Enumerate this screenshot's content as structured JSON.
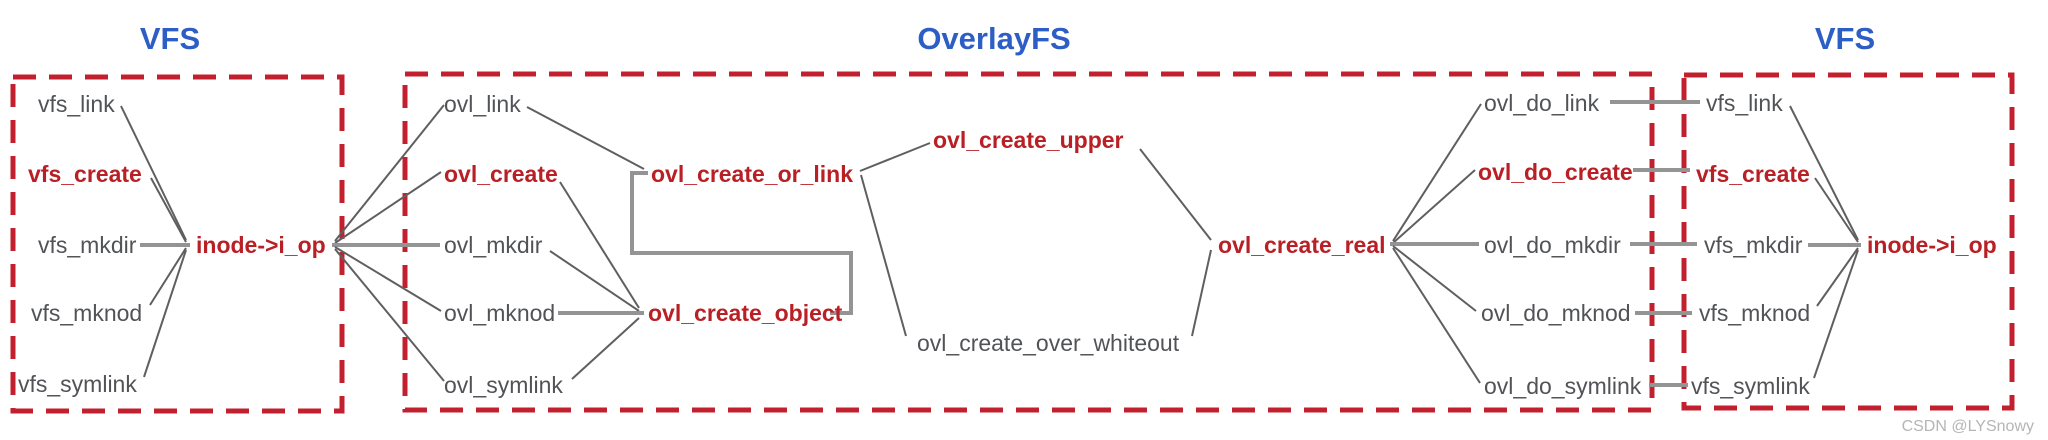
{
  "colors": {
    "accent_blue": "#2d5ec6",
    "accent_red": "#b92026",
    "border_red": "#c1202e",
    "gray_text": "#525357",
    "line_thin": "#5f5f5f",
    "line_thick": "#949494",
    "watermark_gray": "#b5b5b5"
  },
  "diagram": {
    "left_vfs": {
      "title": "VFS",
      "items": {
        "link": "vfs_link",
        "create": "vfs_create",
        "mkdir": "vfs_mkdir",
        "mknod": "vfs_mknod",
        "symlink": "vfs_symlink"
      },
      "hub": "inode->i_op"
    },
    "overlayfs": {
      "title": "OverlayFS",
      "entry_items": {
        "link": "ovl_link",
        "create": "ovl_create",
        "mkdir": "ovl_mkdir",
        "mknod": "ovl_mknod",
        "symlink": "ovl_symlink"
      },
      "mid_nodes": {
        "create_or_link": "ovl_create_or_link",
        "create_object": "ovl_create_object",
        "create_upper": "ovl_create_upper",
        "create_over_whiteout": "ovl_create_over_whiteout",
        "create_real": "ovl_create_real"
      },
      "do_items": {
        "link": "ovl_do_link",
        "create": "ovl_do_create",
        "mkdir": "ovl_do_mkdir",
        "mknod": "ovl_do_mknod",
        "symlink": "ovl_do_symlink"
      }
    },
    "right_vfs": {
      "title": "VFS",
      "items": {
        "link": "vfs_link",
        "create": "vfs_create",
        "mkdir": "vfs_mkdir",
        "mknod": "vfs_mknod",
        "symlink": "vfs_symlink"
      },
      "hub": "inode->i_op"
    },
    "watermark": "CSDN @LYSnowy"
  }
}
